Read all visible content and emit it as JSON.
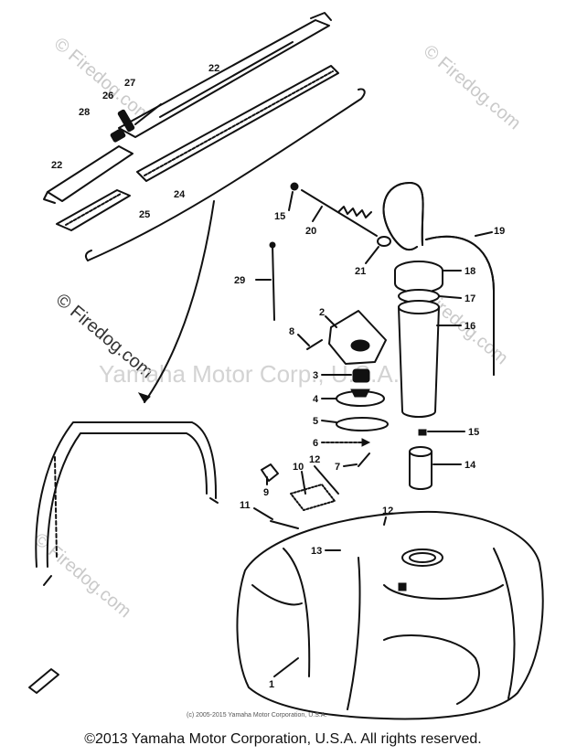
{
  "watermarks": {
    "brand": "© Firedog.com",
    "center": "Yamaha Motor Corp., U.S.A."
  },
  "diagram_copyright": "(c) 2005-2015 Yamaha Motor Corporation, U.S.A.",
  "footer": "©2013 Yamaha Motor Corporation, U.S.A. All rights reserved.",
  "callouts": {
    "p1": "1",
    "p2": "2",
    "p3": "3",
    "p4": "4",
    "p5": "5",
    "p6": "6",
    "p7": "7",
    "p8": "8",
    "p9": "9",
    "p10": "10",
    "p11": "11",
    "p12a": "12",
    "p12b": "12",
    "p13": "13",
    "p14": "14",
    "p15a": "15",
    "p15b": "15",
    "p16": "16",
    "p17": "17",
    "p18": "18",
    "p19": "19",
    "p20": "20",
    "p21": "21",
    "p22a": "22",
    "p22b": "22",
    "p24": "24",
    "p25": "25",
    "p26": "26",
    "p27": "27",
    "p28": "28",
    "p29": "29"
  }
}
